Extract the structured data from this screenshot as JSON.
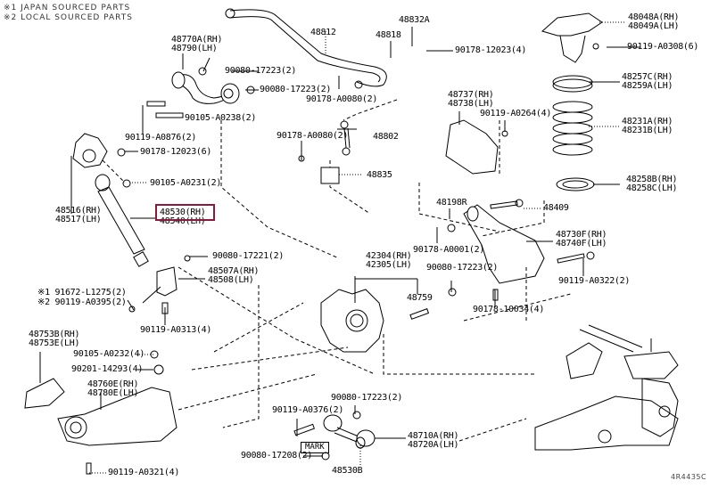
{
  "notes": {
    "line1": "※1 JAPAN SOURCED PARTS",
    "line2": "※2 LOCAL SOURCED PARTS"
  },
  "highlight_color": "#8b1a3a",
  "diagram_code": "4R4435C",
  "mark_label": "MARK",
  "parts": {
    "p48770A": {
      "l1": "48770A(RH)",
      "l2": "48790(LH)"
    },
    "p48812": {
      "l1": "48812"
    },
    "p48818": {
      "l1": "48818"
    },
    "p48832A": {
      "l1": "48832A"
    },
    "p90178_12023_4": {
      "l1": "90178-12023(4)"
    },
    "p48048A": {
      "l1": "48048A(RH)",
      "l2": "48049A(LH)"
    },
    "p90119_A0308": {
      "l1": "90119-A0308(6)"
    },
    "p90080_17223_a": {
      "l1": "90080-17223(2)"
    },
    "p90080_17223_b": {
      "l1": "90080-17223(2)"
    },
    "p90178_A0080_a": {
      "l1": "90178-A0080(2)"
    },
    "p48737": {
      "l1": "48737(RH)",
      "l2": "48738(LH)"
    },
    "p90119_A0264": {
      "l1": "90119-A0264(4)"
    },
    "p48257C": {
      "l1": "48257C(RH)",
      "l2": "48259A(LH)"
    },
    "p48231A": {
      "l1": "48231A(RH)",
      "l2": "48231B(LH)"
    },
    "p90119_A0876_top": {
      "l1": "90119-A0876(2)"
    },
    "p90105_A0238": {
      "l1": "90105-A0238(2)"
    },
    "p90178_12023_6": {
      "l1": "90178-12023(6)"
    },
    "p90178_A0080_b": {
      "l1": "90178-A0080(2)"
    },
    "p48802": {
      "l1": "48802"
    },
    "p48835": {
      "l1": "48835"
    },
    "p90105_A0231": {
      "l1": "90105-A0231(2)"
    },
    "p48516": {
      "l1": "48516(RH)",
      "l2": "48517(LH)"
    },
    "p48530": {
      "l1": "48530(RH)",
      "l2": "48540(LH)"
    },
    "p48258B": {
      "l1": "48258B(RH)",
      "l2": "48258C(LH)"
    },
    "p48198R": {
      "l1": "48198R"
    },
    "p48409": {
      "l1": "48409"
    },
    "p90178_A0001": {
      "l1": "90178-A0001(2)"
    },
    "p48730F": {
      "l1": "48730F(RH)",
      "l2": "48740F(LH)"
    },
    "p90080_17221": {
      "l1": "90080-17221(2)"
    },
    "p42304": {
      "l1": "42304(RH)",
      "l2": "42305(LH)"
    },
    "p48507A": {
      "l1": "48507A(RH)",
      "l2": "48508(LH)"
    },
    "p90080_17223_c": {
      "l1": "90080-17223(2)"
    },
    "p90119_A0322": {
      "l1": "90119-A0322(2)"
    },
    "p91672": {
      "l1": "※1 91672-L1275(2)"
    },
    "p90119_A0395": {
      "l1": "※2 90119-A0395(2)"
    },
    "p48759": {
      "l1": "48759"
    },
    "p90178_10034": {
      "l1": "90178-10034(4)"
    },
    "p90119_A0313": {
      "l1": "90119-A0313(4)"
    },
    "p48753B": {
      "l1": "48753B(RH)",
      "l2": "48753E(LH)"
    },
    "p90105_A0232": {
      "l1": "90105-A0232(4)"
    },
    "p90201_14293": {
      "l1": "90201-14293(4)"
    },
    "p48760E": {
      "l1": "48760E(RH)",
      "l2": "48780E(LH)"
    },
    "p90080_17223_d": {
      "l1": "90080-17223(2)"
    },
    "p90119_A0376_bot": {
      "l1": "90119-A0376(2)"
    },
    "p48710A": {
      "l1": "48710A(RH)",
      "l2": "48720A(LH)"
    },
    "p90080_17208": {
      "l1": "90080-17208(2)"
    },
    "p48530B": {
      "l1": "48530B"
    },
    "p90119_A0321": {
      "l1": "90119-A0321(4)"
    }
  }
}
